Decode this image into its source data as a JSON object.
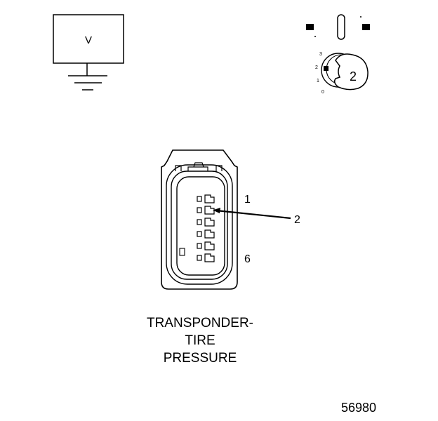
{
  "voltmeter": {
    "label": "V"
  },
  "ignition_switch": {
    "position_labels": [
      "3",
      "2",
      "1",
      "0"
    ],
    "key_position": "2"
  },
  "connector": {
    "pin_first": "1",
    "pin_last": "6",
    "callout_pin": "2",
    "pin_count": 6
  },
  "caption": {
    "line1": "TRANSPONDER-",
    "line2": "TIRE",
    "line3": "PRESSURE"
  },
  "figure_number": "56980"
}
